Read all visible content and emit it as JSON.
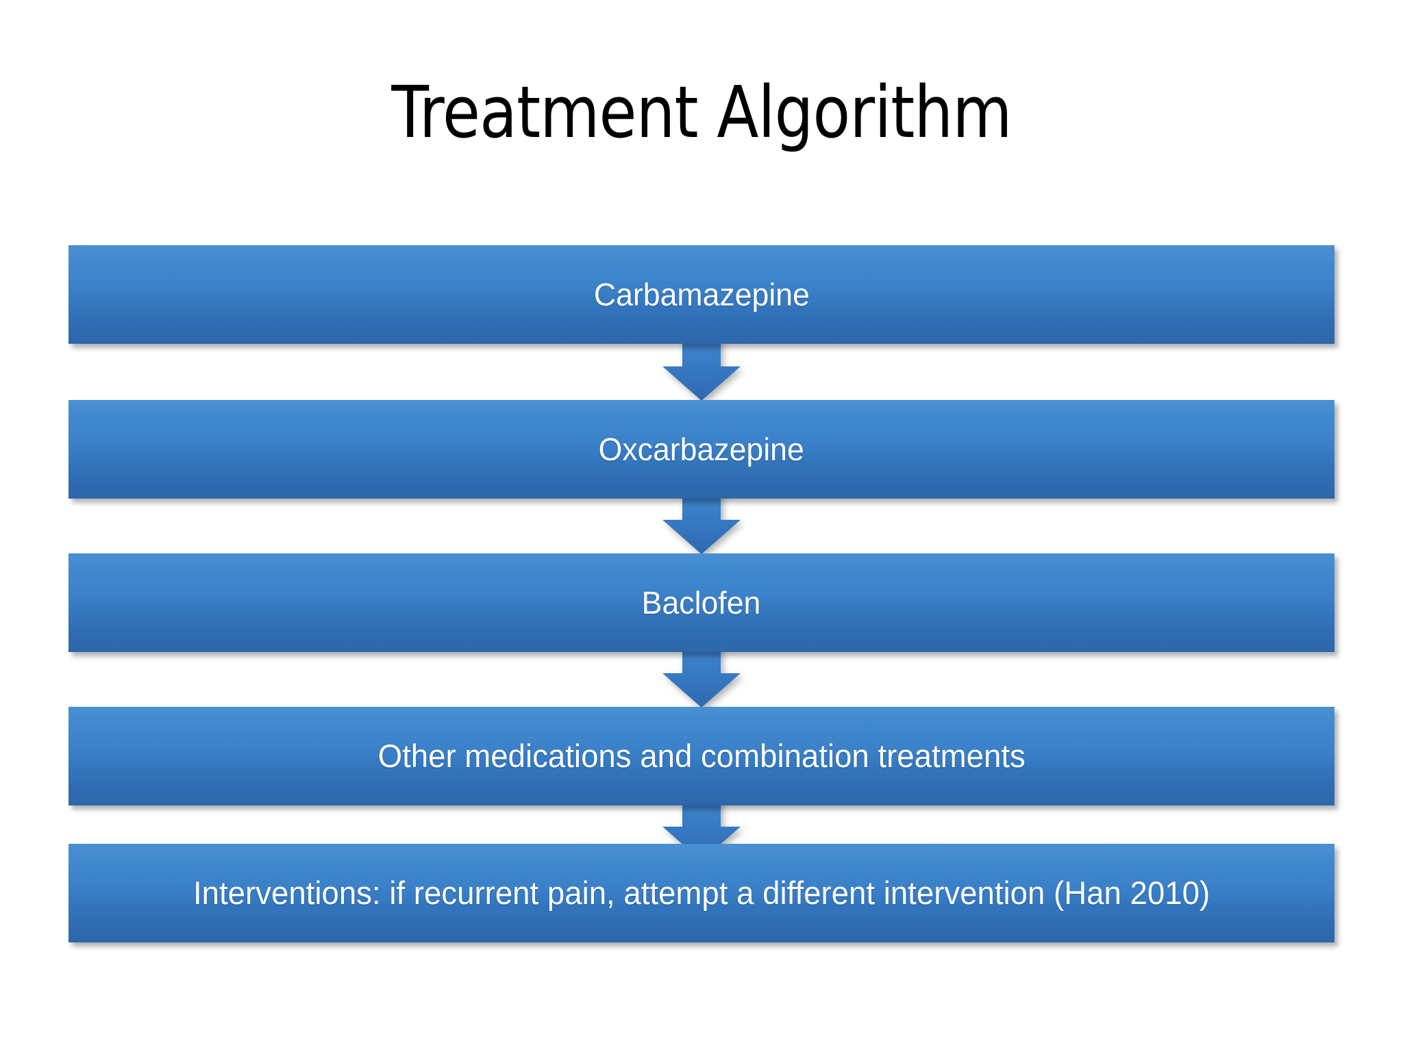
{
  "slide": {
    "title": "Treatment Algorithm",
    "background_color": "#ffffff",
    "title_color": "#000000"
  },
  "diagram": {
    "type": "vertical-flowchart",
    "orientation": "top-to-bottom",
    "node_fill_top_color": "#4a90d2",
    "node_fill_bottom_color": "#2d66ab",
    "node_text_color": "#ffffff",
    "arrow_color": "#3176bd",
    "steps": [
      {
        "index": 1,
        "label": "Carbamazepine"
      },
      {
        "index": 2,
        "label": "Oxcarbazepine"
      },
      {
        "index": 3,
        "label": "Baclofen"
      },
      {
        "index": 4,
        "label": "Other medications and combination treatments"
      },
      {
        "index": 5,
        "label": "Interventions: if recurrent pain, attempt a different intervention (Han 2010)"
      }
    ],
    "connectors": [
      {
        "index": 1,
        "from": "Carbamazepine",
        "to": "Oxcarbazepine",
        "icon": "down-arrow-icon"
      },
      {
        "index": 2,
        "from": "Oxcarbazepine",
        "to": "Baclofen",
        "icon": "down-arrow-icon"
      },
      {
        "index": 3,
        "from": "Baclofen",
        "to": "Other medications and combination treatments",
        "icon": "down-arrow-icon"
      },
      {
        "index": 4,
        "from": "Other medications and combination treatments",
        "to": "Interventions: if recurrent pain, attempt a different intervention (Han 2010)",
        "icon": "down-arrow-icon"
      }
    ]
  }
}
